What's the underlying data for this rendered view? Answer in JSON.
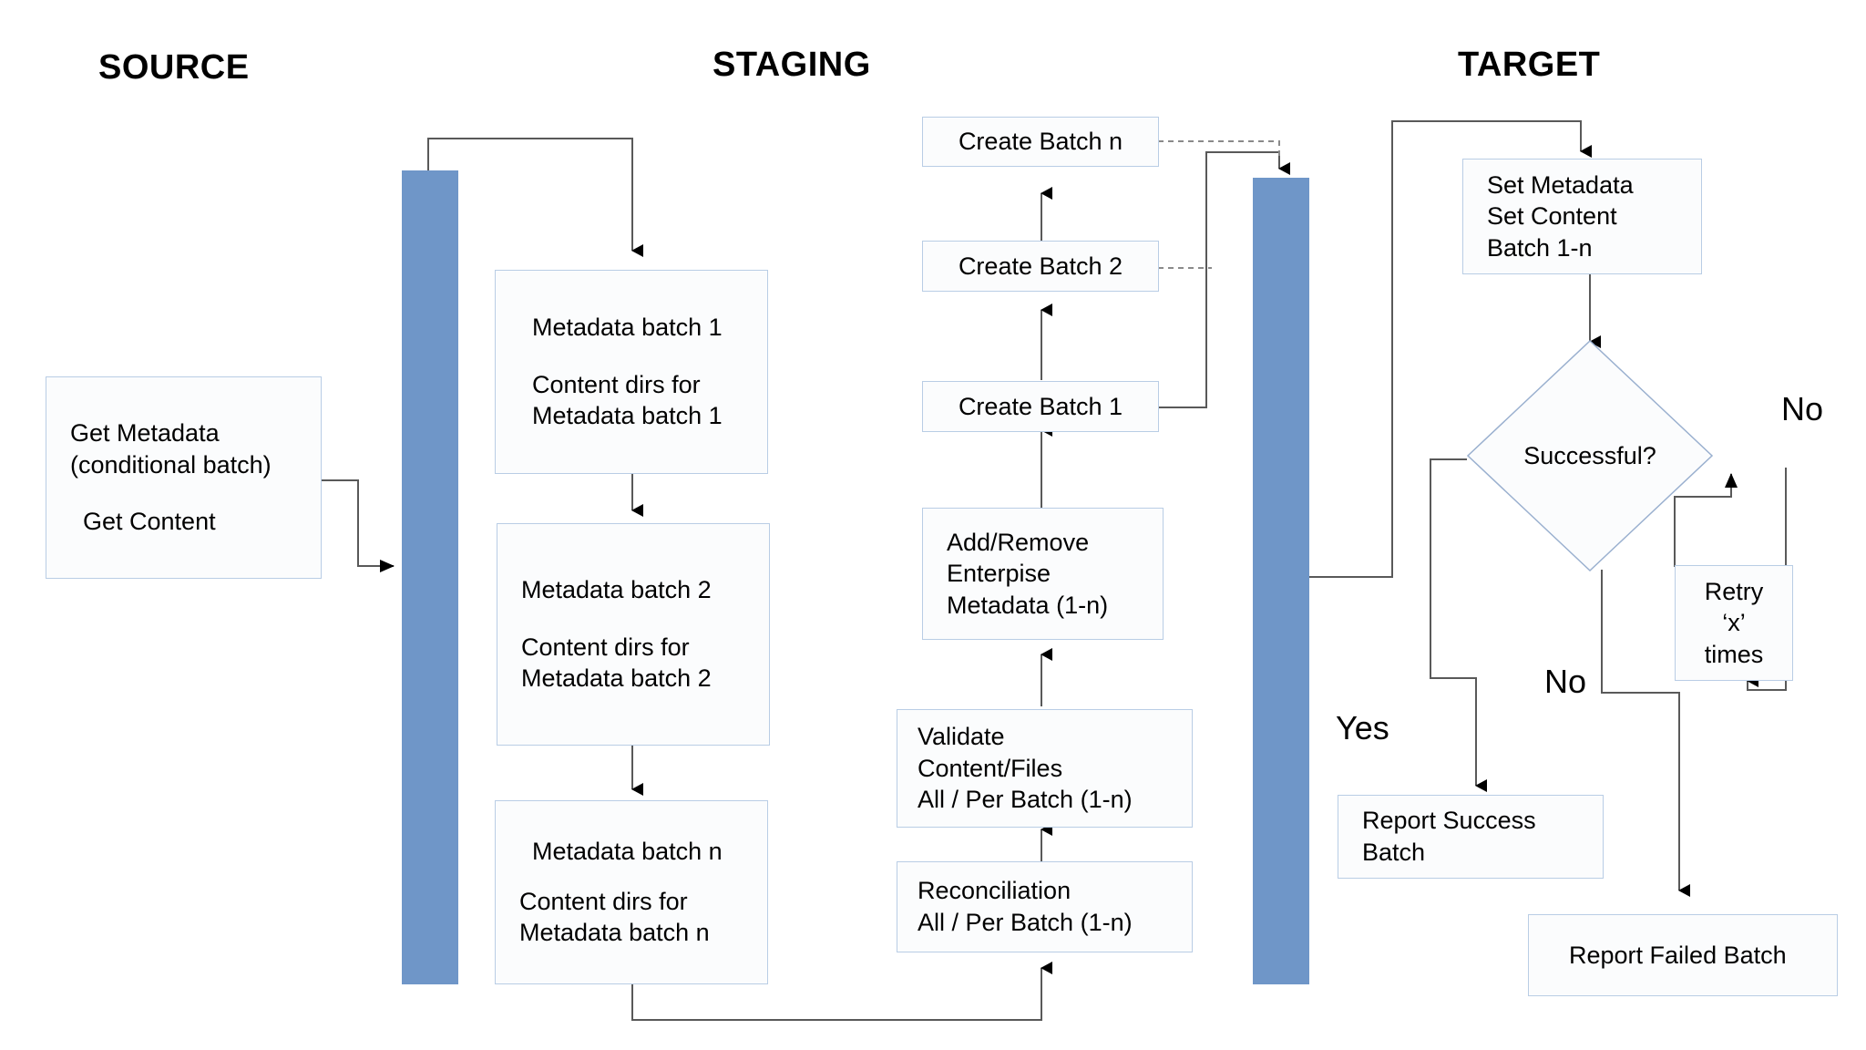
{
  "diagram": {
    "title_sections": [
      {
        "name": "source",
        "label": "SOURCE"
      },
      {
        "name": "staging",
        "label": "STAGING"
      },
      {
        "name": "target",
        "label": "TARGET"
      }
    ],
    "colors": {
      "swimlane_blue": "#6f96c8",
      "node_border": "#b9cde5",
      "node_fill": "#fbfcfd",
      "connector": "#595959",
      "text": "#000000"
    },
    "source": {
      "get_box": {
        "line1": "Get Metadata",
        "line2": "(conditional batch)",
        "line3": "Get Content"
      }
    },
    "staging": {
      "batches": [
        {
          "line1": "Metadata batch 1",
          "line2": "Content dirs for",
          "line3": "Metadata batch 1"
        },
        {
          "line1": "Metadata batch 2",
          "line2": "Content dirs for",
          "line3": "Metadata batch 2"
        },
        {
          "line1": "Metadata batch n",
          "line2": "Content dirs for",
          "line3": "Metadata batch n"
        }
      ],
      "create_batches": [
        {
          "label": "Create Batch n"
        },
        {
          "label": "Create Batch 2"
        },
        {
          "label": "Create Batch 1"
        }
      ],
      "enterprise_metadata": {
        "line1": "Add/Remove",
        "line2": "Enterpise",
        "line3": "Metadata (1-n)"
      },
      "validate": {
        "line1": "Validate",
        "line2": "Content/Files",
        "line3": "All / Per Batch (1-n)"
      },
      "reconciliation": {
        "line1": "Reconciliation",
        "line2": "All / Per Batch (1-n)"
      }
    },
    "target": {
      "set_box": {
        "line1": "Set Metadata",
        "line2": "Set Content",
        "line3": "Batch 1-n"
      },
      "decision": {
        "label": "Successful?"
      },
      "retry": {
        "line1": "Retry",
        "line2": "‘x’",
        "line3": "times"
      },
      "report_success": {
        "line1": "Report Success",
        "line2": "Batch"
      },
      "report_failed": {
        "line1": "Report Failed Batch"
      },
      "edge_labels": [
        {
          "name": "no-top",
          "label": "No"
        },
        {
          "name": "no-bottom",
          "label": "No"
        },
        {
          "name": "yes",
          "label": "Yes"
        }
      ]
    }
  }
}
